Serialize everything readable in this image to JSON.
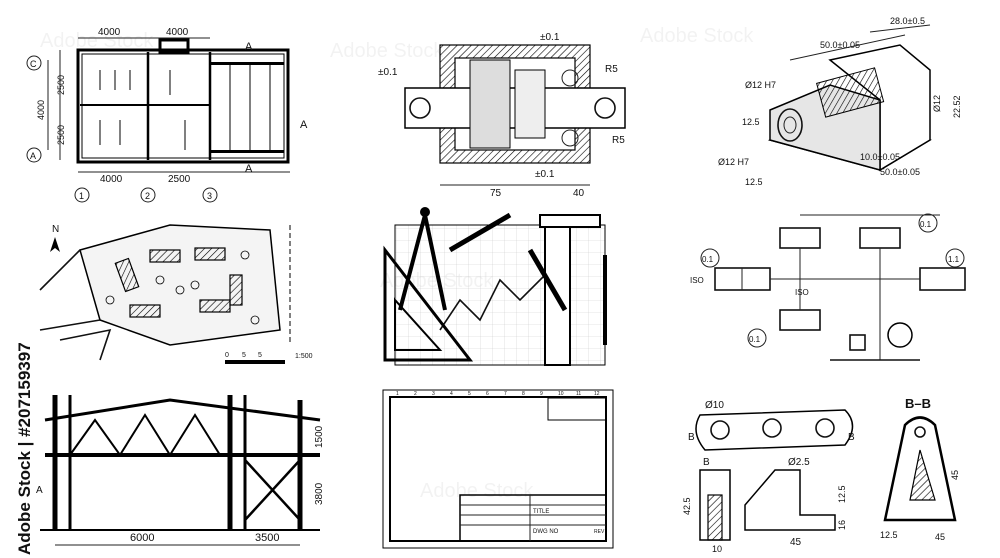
{
  "watermark": {
    "side_text": "Adobe Stock | #207159397",
    "tile_text": "Adobe Stock"
  },
  "floor_plan": {
    "dims_top": [
      "4000",
      "4000"
    ],
    "dims_left": [
      "2500",
      "2500"
    ],
    "dim_left_total": "4000",
    "dims_bottom": [
      "4000",
      "2500"
    ],
    "axis_letters": [
      "C",
      "A"
    ],
    "axis_numbers": [
      "1",
      "2",
      "3"
    ],
    "section_marks": [
      "A",
      "A",
      "A"
    ]
  },
  "gearbox": {
    "labels": [
      "±0.1",
      "±0.1",
      "R5",
      "R5",
      "±0.1",
      "75",
      "40"
    ]
  },
  "iso_part": {
    "labels": [
      "28.0±0.5",
      "50.0±0.05",
      "Ø12 H7",
      "12.5",
      "Ø12 H7",
      "12.5",
      "10.0±0.05",
      "50.0±0.05",
      "Ø12",
      "22.52"
    ]
  },
  "site_plan": {
    "north": "N",
    "scale": "1:500",
    "scale_ticks": [
      "0",
      "5",
      "5"
    ]
  },
  "tools": {},
  "hydraulic": {
    "labels": [
      "0.1",
      "0.1",
      "1.1",
      "0.1",
      "ISO",
      "ISO"
    ]
  },
  "frame": {
    "dims": [
      "6000",
      "3500",
      "1500",
      "3800"
    ],
    "marks": [
      "A"
    ]
  },
  "sheet": {
    "cols_top": [
      "1",
      "2",
      "3",
      "4",
      "5",
      "6",
      "7",
      "8",
      "9",
      "10",
      "11",
      "12"
    ],
    "title_block": [
      "TITLE",
      "DWG NO"
    ],
    "rev": "REV"
  },
  "bracket": {
    "labels": [
      "Ø10",
      "B",
      "B",
      "B",
      "Ø2.5",
      "42.5",
      "12.5",
      "45",
      "10",
      "16"
    ]
  },
  "section_bb": {
    "title": "B–B",
    "labels": [
      "45",
      "12.5",
      "45"
    ]
  }
}
